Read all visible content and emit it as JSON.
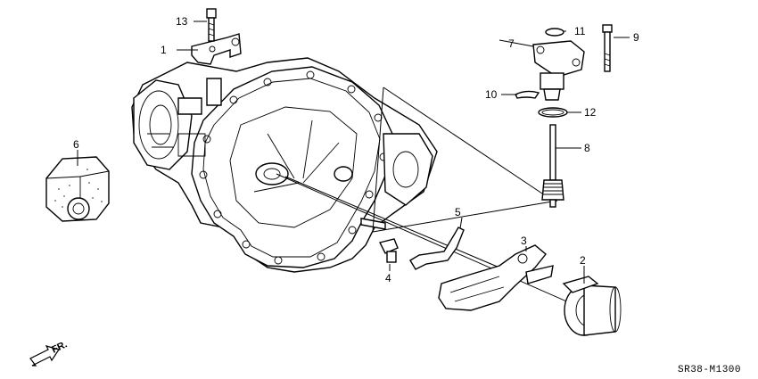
{
  "diagram": {
    "callouts": [
      {
        "id": "1",
        "label": "1"
      },
      {
        "id": "2",
        "label": "2"
      },
      {
        "id": "3",
        "label": "3"
      },
      {
        "id": "4",
        "label": "4"
      },
      {
        "id": "5",
        "label": "5"
      },
      {
        "id": "6",
        "label": "6"
      },
      {
        "id": "7",
        "label": "7"
      },
      {
        "id": "8",
        "label": "8"
      },
      {
        "id": "9",
        "label": "9"
      },
      {
        "id": "10",
        "label": "10"
      },
      {
        "id": "11",
        "label": "11"
      },
      {
        "id": "12",
        "label": "12"
      },
      {
        "id": "13",
        "label": "13"
      }
    ],
    "direction_label": "FR.",
    "diagram_code": "SR38-M1300"
  }
}
